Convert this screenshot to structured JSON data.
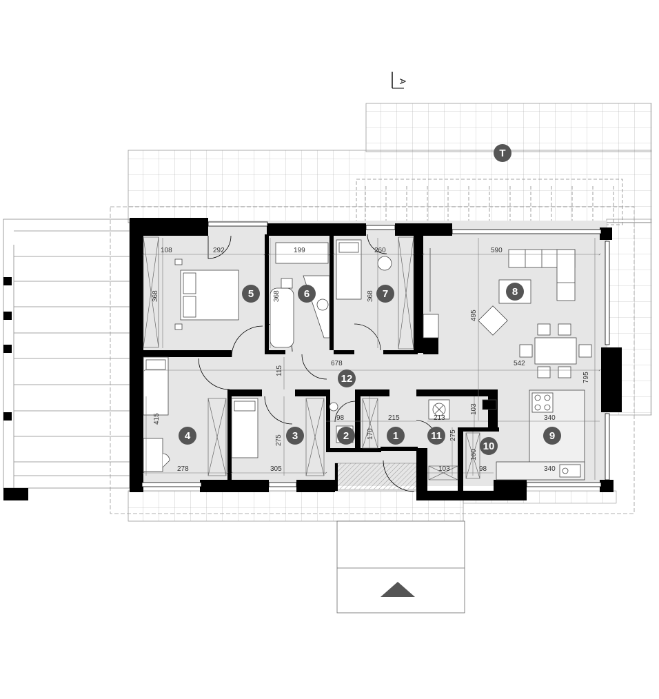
{
  "section_marker": "A",
  "terrace_label": "T",
  "rooms": [
    "1",
    "2",
    "3",
    "4",
    "5",
    "6",
    "7",
    "8",
    "9",
    "10",
    "11",
    "12"
  ],
  "dimensions": {
    "d108": "108",
    "d292": "292",
    "d199": "199",
    "d260": "260",
    "d590": "590",
    "d368a": "368",
    "d368b": "368",
    "d368c": "368",
    "d495": "495",
    "d678": "678",
    "d542": "542",
    "d795": "795",
    "d115": "115",
    "d415": "415",
    "d98a": "98",
    "d215": "215",
    "d170": "170",
    "d213": "213",
    "d103a": "103",
    "d340a": "340",
    "d275a": "275",
    "d275b": "275",
    "d160": "160",
    "d278": "278",
    "d305": "305",
    "d103b": "103",
    "d98b": "98",
    "d340b": "340"
  },
  "colors": {
    "wall": "#000000",
    "floor": "#e6e6e6",
    "badge": "#555555",
    "grid": "#9a9a9a",
    "dashed": "#999999"
  }
}
